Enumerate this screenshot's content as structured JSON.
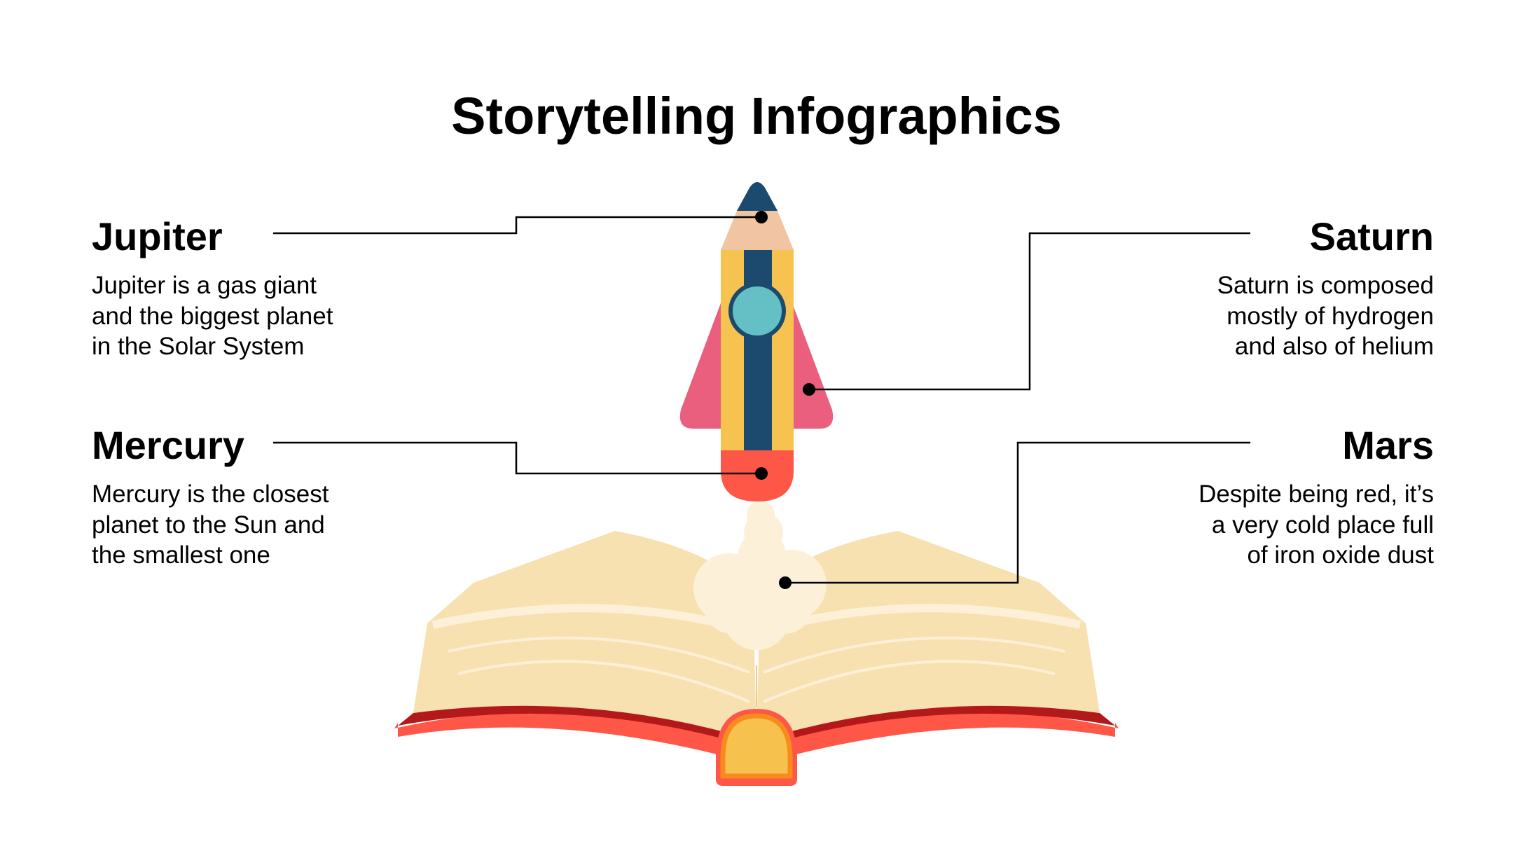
{
  "title": "Storytelling Infographics",
  "items": [
    {
      "name": "Jupiter",
      "lines": [
        "Jupiter is a gas giant",
        "and the biggest planet",
        "in the Solar System"
      ]
    },
    {
      "name": "Mercury",
      "lines": [
        "Mercury is the closest",
        "planet to the Sun and",
        "the smallest one"
      ]
    },
    {
      "name": "Saturn",
      "lines": [
        "Saturn is composed",
        "mostly of hydrogen",
        "and also of helium"
      ]
    },
    {
      "name": "Mars",
      "lines": [
        "Despite being red, it’s",
        "a very cold place full",
        "of iron oxide dust"
      ]
    }
  ],
  "colors": {
    "navy": "#1b4a6e",
    "yellow": "#f6c350",
    "pink": "#ea5f7e",
    "red": "#fe5747",
    "teal": "#64c0c4",
    "skin": "#f1c4a2",
    "page": "#f8e1b0",
    "page_light": "#fdf0d8",
    "cover_dark": "#b3191a",
    "bookmark": "#f6c24d",
    "bookmark_rim": "#f78b1e"
  }
}
